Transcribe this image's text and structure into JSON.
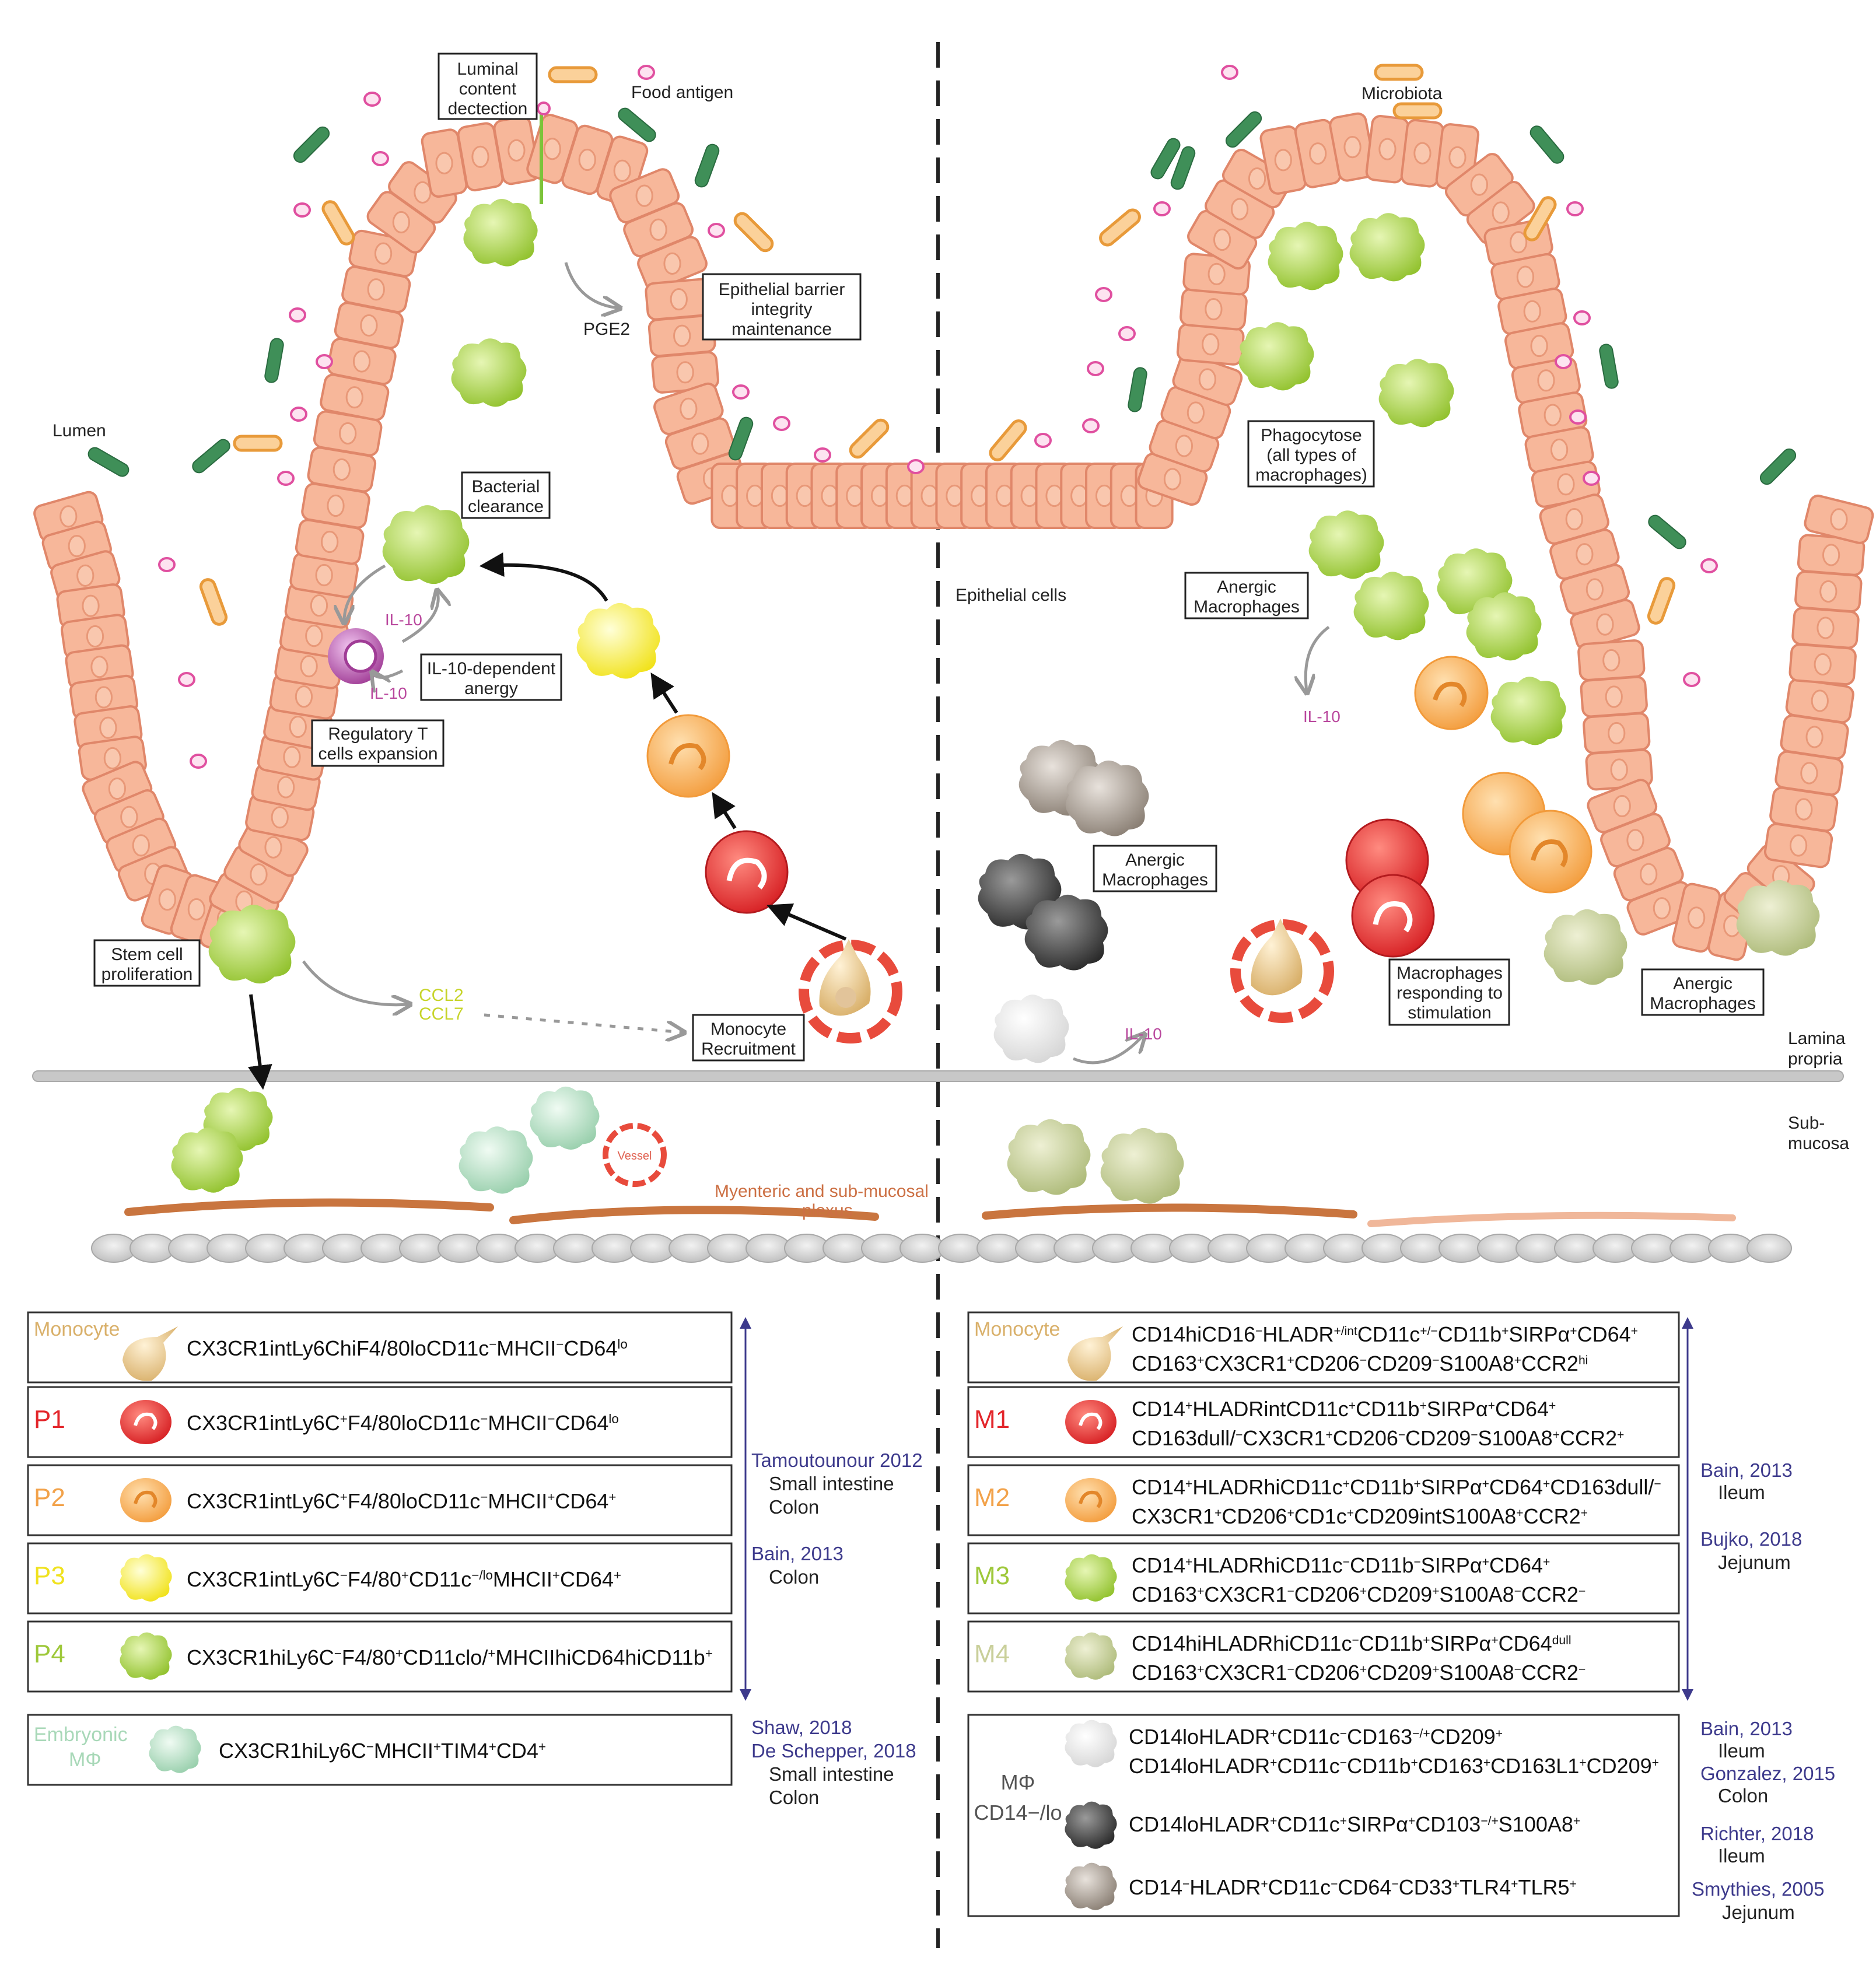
{
  "figure": {
    "top_labels": {
      "luminal": [
        "Luminal",
        "content",
        "dectection"
      ],
      "food_antigen": "Food antigen",
      "microbiota": "Microbiota",
      "lumen": "Lumen",
      "epithelial_barrier": [
        "Epithelial barrier",
        "integrity",
        "maintenance"
      ],
      "pge2": "PGE2",
      "bacterial_clearance": [
        "Bacterial",
        "clearance"
      ],
      "il10": "IL-10",
      "il10_anergy": [
        "IL-10-dependent",
        "anergy"
      ],
      "treg": [
        "Regulatory T",
        "cells expansion"
      ],
      "stem_cell": [
        "Stem cell",
        "proliferation"
      ],
      "ccl": [
        "CCL2",
        "CCL7"
      ],
      "monocyte_recruitment": [
        "Monocyte",
        "Recruitment"
      ],
      "epithelial_cells": "Epithelial cells",
      "phagocytose": [
        "Phagocytose",
        "(all types of",
        "macrophages)"
      ],
      "anergic": [
        "Anergic",
        "Macrophages"
      ],
      "responding": [
        "Macrophages",
        "responding to",
        "stimulation"
      ],
      "lamina_propria": [
        "Lamina",
        "propria"
      ],
      "submucosa": [
        "Sub-",
        "mucosa"
      ],
      "vessel": "Vessel",
      "plexus": [
        "Myenteric and sub-mucosal",
        "plexus"
      ]
    },
    "colors": {
      "epithelium": "#f7b79a",
      "p1": "#e3262b",
      "p2": "#f7a550",
      "p3": "#f5ec1e",
      "p4": "#9ec83a",
      "embryonic": "#a8d8b8",
      "ref_text": "#3d3a8c"
    }
  },
  "mouse_table": {
    "rows": [
      {
        "label": "Monocyte",
        "color": "#d9b06a",
        "icon": "monocyte-icon",
        "marker": "CX3CR1intLy6ChiF4/80loCD11c−MHCII−CD64lo"
      },
      {
        "label": "P1",
        "color": "#e3262b",
        "icon": "red-monocyte-icon",
        "marker": "CX3CR1intLy6C+F4/80loCD11c−MHCII−CD64lo"
      },
      {
        "label": "P2",
        "color": "#f2a24a",
        "icon": "orange-monocyte-icon",
        "marker": "CX3CR1intLy6C+F4/80loCD11c−MHCII+CD64+"
      },
      {
        "label": "P3",
        "color": "#f0e21e",
        "icon": "yellow-macrophage-icon",
        "marker": "CX3CR1intLy6C−F4/80+CD11c−/loMHCII+CD64+"
      },
      {
        "label": "P4",
        "color": "#9ec83a",
        "icon": "green-macrophage-icon",
        "marker": "CX3CR1hiLy6C−F4/80+CD11clo/+MHCIIhiCD64hiCD11b+"
      },
      {
        "label": "Embryonic MΦ",
        "color": "#a8d8b8",
        "icon": "embryonic-macrophage-icon",
        "marker": "CX3CR1hiLy6C−MHCII+TIM4+CD4+"
      }
    ],
    "refs": [
      {
        "name": "Tamoutounour 2012",
        "sub": [
          "Small intestine",
          "Colon"
        ]
      },
      {
        "name": "Bain, 2013",
        "sub": [
          "Colon"
        ]
      },
      {
        "name": "Shaw, 2018",
        "sub": []
      },
      {
        "name": "De Schepper, 2018",
        "sub": [
          "Small intestine",
          "Colon"
        ]
      }
    ]
  },
  "human_table": {
    "rows": [
      {
        "label": "Monocyte",
        "color": "#d9b06a",
        "lines": [
          "CD14hiCD16−HLADR+/intCD11c+/−CD11b+SIRPα+CD64+",
          "CD163+CX3CR1+CD206−CD209−S100A8+CCR2hi"
        ]
      },
      {
        "label": "M1",
        "color": "#e3262b",
        "lines": [
          "CD14+HLADRintCD11c+CD11b+SIRPα+CD64+",
          "CD163dull/−CX3CR1+CD206−CD209−S100A8+CCR2+"
        ]
      },
      {
        "label": "M2",
        "color": "#f2a24a",
        "lines": [
          "CD14+HLADRhiCD11c+CD11b+SIRPα+CD64+CD163dull/−",
          "CX3CR1+CD206+CD1c+CD209intS100A8+CCR2+"
        ]
      },
      {
        "label": "M3",
        "color": "#9ec83a",
        "lines": [
          "CD14+HLADRhiCD11c−CD11b−SIRPα+CD64+",
          "CD163+CX3CR1−CD206+CD209+S100A8−CCR2−"
        ]
      },
      {
        "label": "M4",
        "color": "#c9cf9a",
        "lines": [
          "CD14hiHLADRhiCD11c−CD11b+SIRPα+CD64dull",
          "CD163+CX3CR1−CD206+CD209+S100A8−CCR2−"
        ]
      }
    ],
    "cd14_label": [
      "MΦ",
      "CD14−/lo"
    ],
    "cd14_lines": [
      "CD14loHLADR+CD11c−CD163−/+CD209+",
      "CD14loHLADR+CD11c−CD11b+CD163+CD163L1+CD209+",
      "CD14loHLADR+CD11c+SIRPα+CD103−/+S100A8+",
      "CD14−HLADR+CD11c−CD64−CD33+TLR4+TLR5+"
    ],
    "refs": [
      {
        "name": "Bain, 2013",
        "sub": [
          "Ileum"
        ]
      },
      {
        "name": "Bujko, 2018",
        "sub": [
          "Jejunum"
        ]
      },
      {
        "name": "Bain, 2013",
        "sub": [
          "Ileum"
        ]
      },
      {
        "name": "Gonzalez, 2015",
        "sub": [
          "Colon"
        ]
      },
      {
        "name": "Richter, 2018",
        "sub": [
          "Ileum"
        ]
      },
      {
        "name": "Smythies, 2005",
        "sub": [
          "Jejunum"
        ]
      }
    ]
  }
}
